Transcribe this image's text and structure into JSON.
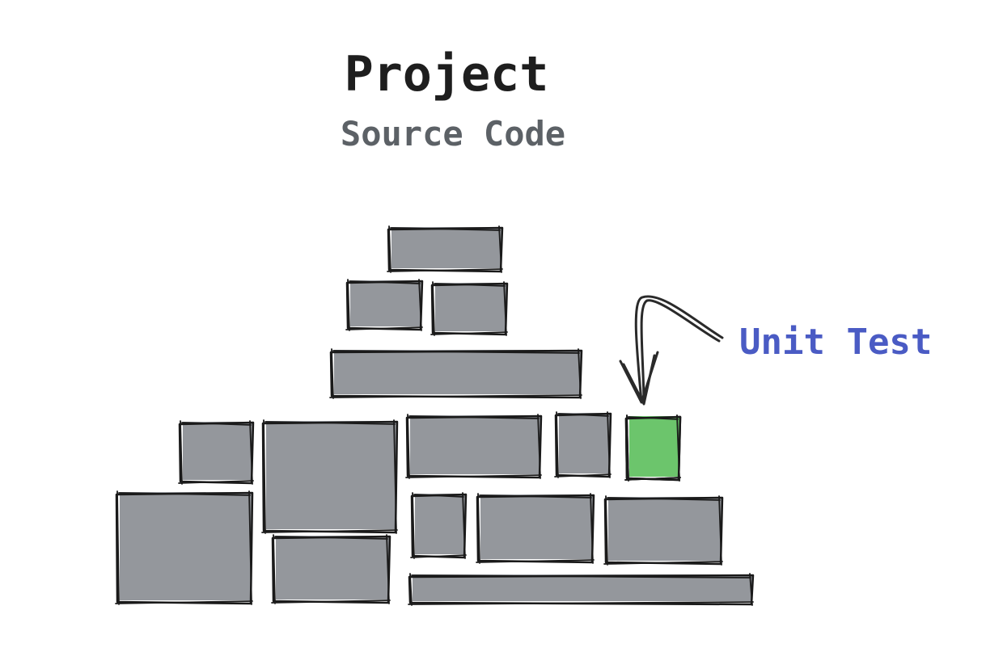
{
  "title": "Project",
  "subtitle": "Source Code",
  "annotation": "Unit Test",
  "colors": {
    "block_fill": "#94979c",
    "block_stroke": "#1a1a1a",
    "highlight_fill": "#6cc56c",
    "title": "#1e1e1e",
    "subtitle": "#5c6166",
    "annotation": "#4a5bc4",
    "arrow": "#2a2a2a"
  },
  "blocks": [
    {
      "id": "block-1"
    },
    {
      "id": "block-2"
    },
    {
      "id": "block-3"
    },
    {
      "id": "block-4"
    },
    {
      "id": "block-5"
    },
    {
      "id": "block-6"
    },
    {
      "id": "block-7"
    },
    {
      "id": "block-8"
    },
    {
      "id": "block-9"
    },
    {
      "id": "block-10"
    },
    {
      "id": "block-11"
    },
    {
      "id": "block-12"
    },
    {
      "id": "block-13"
    },
    {
      "id": "block-14"
    },
    {
      "id": "block-15"
    },
    {
      "id": "unit-test",
      "highlight": true
    }
  ]
}
